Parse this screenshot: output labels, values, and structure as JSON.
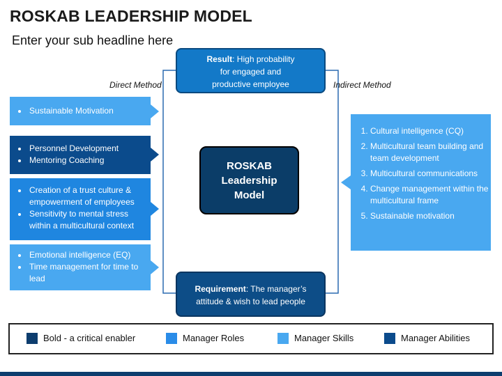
{
  "title": "ROSKAB LEADERSHIP MODEL",
  "subtitle": "Enter your sub headline here",
  "direct_method": "Direct Method",
  "indirect_method": "Indirect Method",
  "result": {
    "bold": "Result",
    "rest": ": High probability",
    "line2": "for engaged and",
    "line3": "productive employee"
  },
  "requirement": {
    "bold": "Requirement",
    "rest": ": The manager’s",
    "line2": "attitude & wish to lead people"
  },
  "center": [
    "ROSKAB",
    "Leadership",
    "Model"
  ],
  "left_boxes": [
    {
      "items": [
        "Sustainable Motivation"
      ],
      "color": "#49a8f0"
    },
    {
      "items": [
        "Personnel Development",
        "Mentoring Coaching"
      ],
      "color": "#0b4b8c"
    },
    {
      "items": [
        "Creation of a trust culture & empowerment of employees",
        "Sensitivity to mental stress within a multicultural context"
      ],
      "color": "#1f86e0"
    },
    {
      "items": [
        "Emotional intelligence (EQ)",
        "Time management for time to lead"
      ],
      "color": "#49a8f0"
    }
  ],
  "right_list": [
    "Cultural intelligence (CQ)",
    "Multicultural team building and team development",
    "Multicultural communications",
    "Change management within the multicultural frame",
    "Sustainable motivation"
  ],
  "legend": [
    {
      "label": "Bold - a critical enabler",
      "color": "#0d3d6e"
    },
    {
      "label": "Manager Roles",
      "color": "#2a8ce8"
    },
    {
      "label": "Manager Skills",
      "color": "#49a8f0"
    },
    {
      "label": "Manager Abilities",
      "color": "#0b4b8c"
    }
  ]
}
